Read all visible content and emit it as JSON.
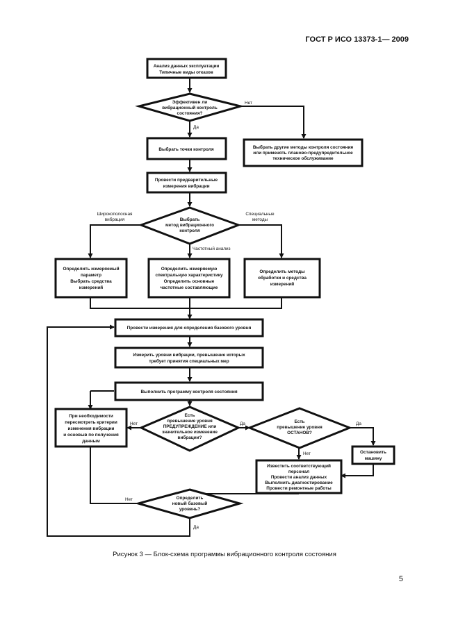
{
  "header": {
    "standard": "ГОСТ Р ИСО 13373-1— 2009"
  },
  "page_number": "5",
  "caption": "Рисунок 3 — Блок-схема программы вибрационного контроля состояния",
  "nodes": {
    "analysis": [
      "Анализ данных эксплуатации",
      "Типичные виды отказов"
    ],
    "effective": [
      "Эффективен ли",
      "вибрационный контроль",
      "состояния?"
    ],
    "choose_points": [
      "Выбрать точки контроля"
    ],
    "other_methods": [
      "Выбрать другие методы контроля состояния",
      "или применять планово-предупредительное",
      "техническое обслуживание"
    ],
    "preliminary": [
      "Провести предварительные",
      "измерения вибрации"
    ],
    "choose_method": [
      "Выбрать",
      "метод вибрационного",
      "контроля"
    ],
    "param_box": [
      "Определить измеряемый",
      "параметр",
      "Выбрать средства",
      "измерений"
    ],
    "spectral_box": [
      "Определить измеряемую",
      "спектральную характеристику",
      "Определить основные",
      "частотные составляющие"
    ],
    "special_box": [
      "Определить методы",
      "обработки и средства",
      "измерений"
    ],
    "baseline": [
      "Провести измерения для определения базового уровня"
    ],
    "measure_levels": [
      "Измерить уровни вибрации, превышение которых",
      "требует принятия специальных мер"
    ],
    "program": [
      "Выполнить программу контроля состояния"
    ],
    "revise": [
      "При необходимости",
      "пересмотреть критерии",
      "изменения вибрации",
      "и основыв по получения",
      "данным"
    ],
    "warning": [
      "Есть",
      "превышение уровня",
      "ПРЕДУПРЕЖДЕНИЕ или",
      "значительное изменение",
      "вибрации?"
    ],
    "stop": [
      "Есть",
      "превышение уровня",
      "ОСТАНОВ?"
    ],
    "stop_machine": [
      "Остановить",
      "машину"
    ],
    "notify": [
      "Известить соответствующий",
      "персонал",
      "Провести анализ данных",
      "Выполнить диагностирование",
      "Провести ремонтные работы"
    ],
    "new_baseline": [
      "Определить",
      "новый базовый",
      "уровень?"
    ]
  },
  "labels": {
    "yes": "Да",
    "no": "Нет",
    "wideband": [
      "Широкополосная",
      "вибрация"
    ],
    "frequency": "Частотный анализ",
    "special": [
      "Специальные",
      "методы"
    ]
  }
}
